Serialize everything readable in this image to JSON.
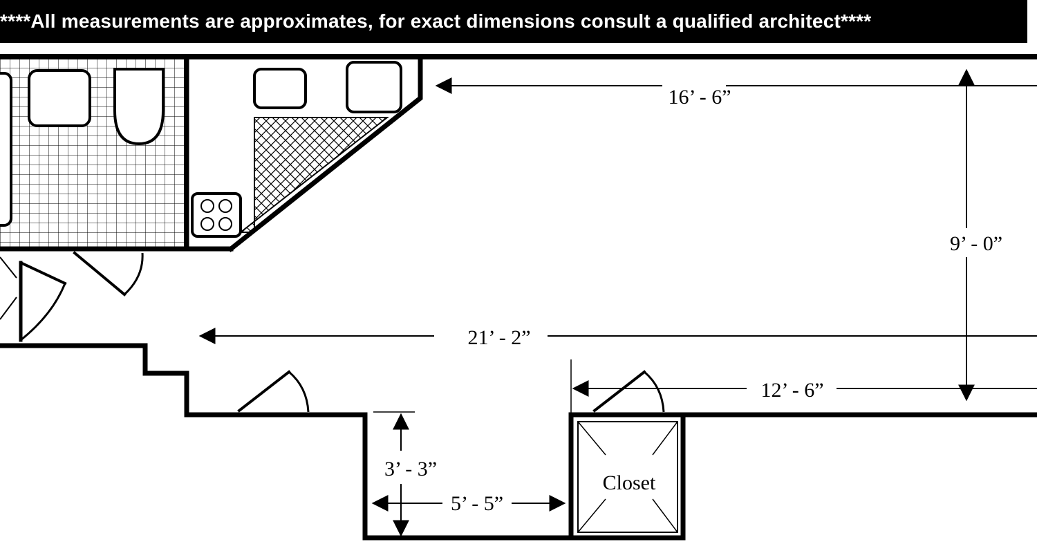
{
  "disclaimer": "****All measurements are approximates, for exact dimensions consult a qualified architect****",
  "dimensions": {
    "kitchen_width": "16’ - 6”",
    "room_depth": "9’ - 0”",
    "total_length": "21’ - 2”",
    "living_length": "12’ - 6”",
    "alcove_depth": "3’ - 3”",
    "alcove_width": "5’ - 5”"
  },
  "rooms": {
    "closet": "Closet"
  }
}
